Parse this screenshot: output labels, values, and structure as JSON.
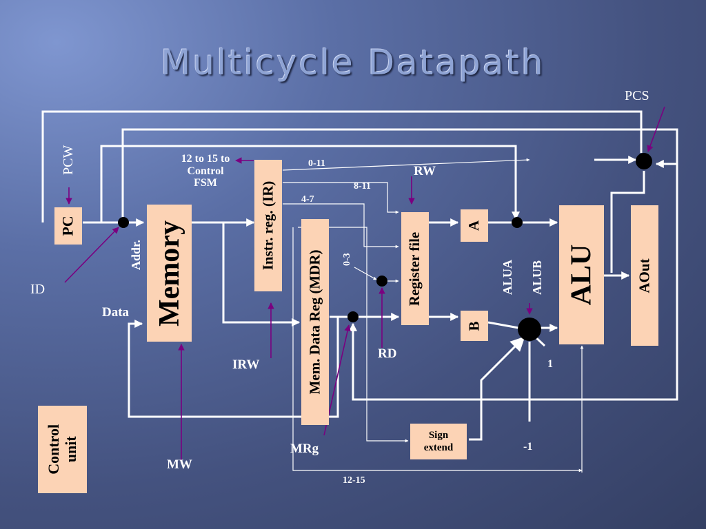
{
  "title": "Multicycle Datapath",
  "components": {
    "pc": "PC",
    "memory": "Memory",
    "ir": "Instr.  reg. (IR)",
    "mdr": "Mem. Data  Reg (MDR)",
    "regfile": "Register file",
    "a": "A",
    "b": "B",
    "alu": "ALU",
    "aout": "AOut",
    "sign_extend_line1": "Sign",
    "sign_extend_line2": "extend",
    "control_line1": "Control",
    "control_line2": "unit"
  },
  "signals": {
    "pcs": "PCS",
    "pcw": "PCW",
    "id": "ID",
    "addr": "Addr.",
    "data": "Data",
    "irw": "IRW",
    "mw": "MW",
    "mrg": "MRg",
    "rw": "RW",
    "rd": "RD",
    "alua": "ALUA",
    "alub": "ALUB",
    "one": "1",
    "minus_one": "-1"
  },
  "fields": {
    "control_fsm_line1": "12 to 15 to",
    "control_fsm_line2": "Control",
    "control_fsm_line3": "FSM",
    "f0_11": "0-11",
    "f8_11": "8-11",
    "f4_7": "4-7",
    "f0_3": "0-3",
    "f12_15": "12-15"
  },
  "colors": {
    "wire": "#ffffff",
    "control_signal": "#7a0080",
    "box_fill": "#fcd3b5",
    "title": "#8ea3d4"
  }
}
